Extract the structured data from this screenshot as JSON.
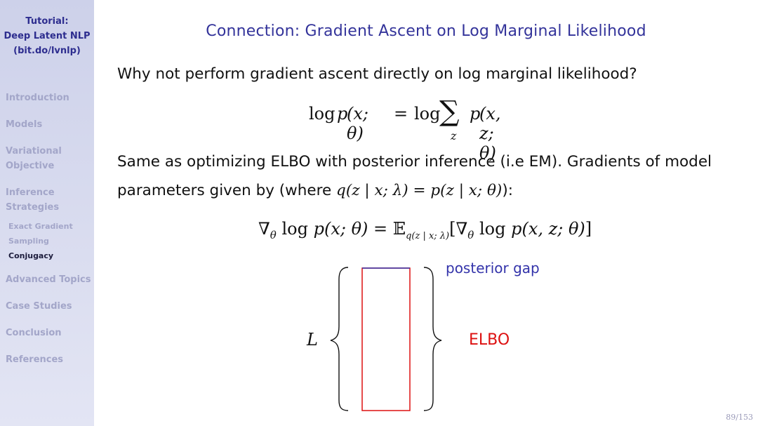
{
  "sidebar": {
    "title_lines": [
      "Tutorial:",
      "Deep Latent NLP",
      "(bit.do/lvnlp)"
    ],
    "sections": [
      "Introduction",
      "Models",
      "Variational",
      "Objective",
      "Inference",
      "Strategies",
      "Advanced Topics",
      "Case Studies",
      "Conclusion",
      "References"
    ],
    "subsections": [
      "Exact Gradient",
      "Sampling",
      "Conjugacy"
    ],
    "active_subsection": "Conjugacy"
  },
  "slide": {
    "title": "Connection: Gradient Ascent on Log Marginal Likelihood",
    "question": "Why not perform gradient ascent directly on log marginal likelihood?",
    "para_line1": "Same as optimizing ELBO with posterior inference (i.e EM). Gradients of model",
    "para_line2_prefix": "parameters given by (where ",
    "para_line2_suffix": "):",
    "eq1": {
      "log": "log",
      "p": "p",
      "lhs_args": "(x; θ)",
      "equals": "=",
      "sum": "∑",
      "sum_sub": "z",
      "rhs_args": "(x, z; θ)"
    },
    "inline_eq": {
      "q": "q",
      "p": "p",
      "q_args": "(z | x; λ)",
      "p_args": "(z | x; θ)",
      "equals": "="
    },
    "eq2": {
      "nabla": "∇",
      "theta": "θ",
      "log": "log",
      "p": "p",
      "lhs_args": "(x; θ)",
      "equals": "=",
      "E": "𝔼",
      "E_sub": "q(z | x; λ)",
      "rhs_open": "[",
      "rhs_args": "(x, z; θ)",
      "rhs_close": "]"
    },
    "diagram": {
      "label_L": "L",
      "posterior_gap": "posterior gap",
      "elbo": "ELBO",
      "gap_color": "#3333aa",
      "elbo_color": "#dd1111"
    },
    "page_number": "89/153"
  }
}
